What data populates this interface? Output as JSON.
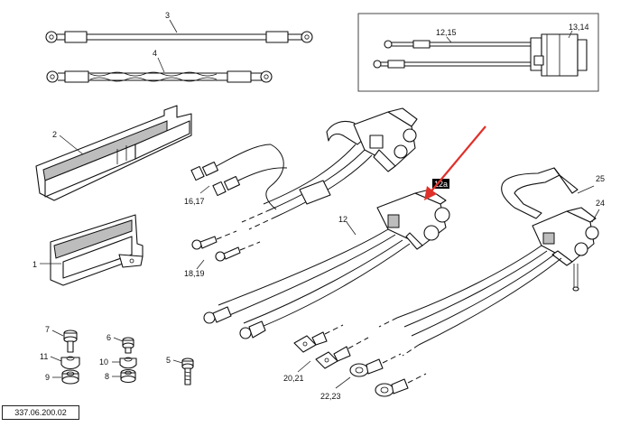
{
  "drawing": {
    "number": "337.06.200.02",
    "labels": {
      "p1": "1",
      "p2": "2",
      "p3": "3",
      "p4": "4",
      "p5": "5",
      "p6": "6",
      "p7": "7",
      "p8": "8",
      "p9": "9",
      "p10": "10",
      "p11": "11",
      "p12": "12",
      "p12a": "12a",
      "p1215": "12,15",
      "p1314": "13,14",
      "p1617": "16,17",
      "p1819": "18,19",
      "p2021": "20,21",
      "p2223": "22,23",
      "p24": "24",
      "p25": "25"
    },
    "colors": {
      "line": "#111111",
      "highlight_arrow": "#e0302a",
      "shade": "#bdbdbd"
    }
  }
}
